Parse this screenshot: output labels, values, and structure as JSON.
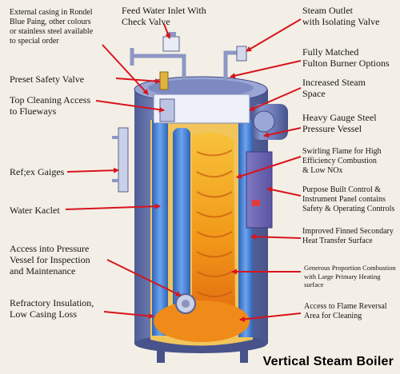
{
  "caption": "Vertical Steam Boiler",
  "labels": {
    "external_casing": "External casing in Rondel\nBlue Paing, other colours\nor stainless steel available\nto special order",
    "feed_water": "Feed Water Inlet With\nCheck Valve",
    "steam_outlet": "Steam Outlet\nwith Isolating Valve",
    "burner_options": "Fully Matched\nFulton Burner Options",
    "preset_safety": "Preset Safety Valve",
    "steam_space": "Increased Steam\nSpace",
    "top_cleaning": "Top Cleaning Access\nto Flueways",
    "pressure_vessel": "Heavy Gauge Steel\nPressure Vessel",
    "swirling_flame": "Swirling Flame for High\nEfficiency Combustion\n& Low NOx",
    "reflex_gauges": "Ref;ex Gaiges",
    "control_panel": "Purpose Built Control &\nInstrument Panel contains\nSafety & Operating Controls",
    "water_jacket": "Water Kaclet",
    "secondary_heat": "Improved Finned Secondary\nHeat Transfer Surface",
    "access_vessel": "Access into Pressure\nVessel for Inspection\nand Maintenance",
    "combustion": "Generous Proportion Combustion\nwith Large Primary Heating surface",
    "refractory": "Refractory Insulation,\nLow Casing Loss",
    "flame_reversal": "Access to Flame Reversal\nArea for Cleaning"
  },
  "colors": {
    "casing": "#6f7fb8",
    "water": "#3d7ed6",
    "flame": "#f39a1b",
    "leader": "#d8141c"
  }
}
